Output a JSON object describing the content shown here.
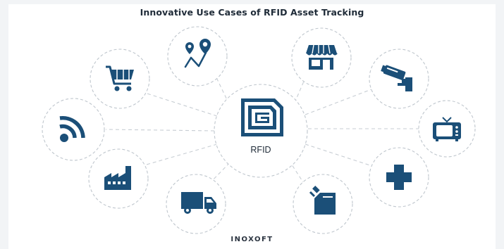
{
  "title": "Innovative Use Cases of RFID Asset Tracking",
  "hub": {
    "label": "RFID",
    "icon": "rfid-chip-icon"
  },
  "nodes": [
    {
      "id": "gps-tracking",
      "icon": "map-pins-route-icon"
    },
    {
      "id": "retail-store",
      "icon": "storefront-icon"
    },
    {
      "id": "ecommerce",
      "icon": "shopping-cart-icon"
    },
    {
      "id": "surveillance",
      "icon": "security-camera-icon"
    },
    {
      "id": "wireless",
      "icon": "wifi-signal-icon"
    },
    {
      "id": "media",
      "icon": "television-icon"
    },
    {
      "id": "manufacturing",
      "icon": "factory-icon"
    },
    {
      "id": "healthcare",
      "icon": "medical-cross-icon"
    },
    {
      "id": "logistics",
      "icon": "delivery-truck-icon"
    },
    {
      "id": "oil-gas",
      "icon": "fuel-canister-icon"
    }
  ],
  "footer": "INOXOFT",
  "colors": {
    "icon": "#1b4f78",
    "line": "#c7cdd3",
    "background": "#ffffff"
  }
}
